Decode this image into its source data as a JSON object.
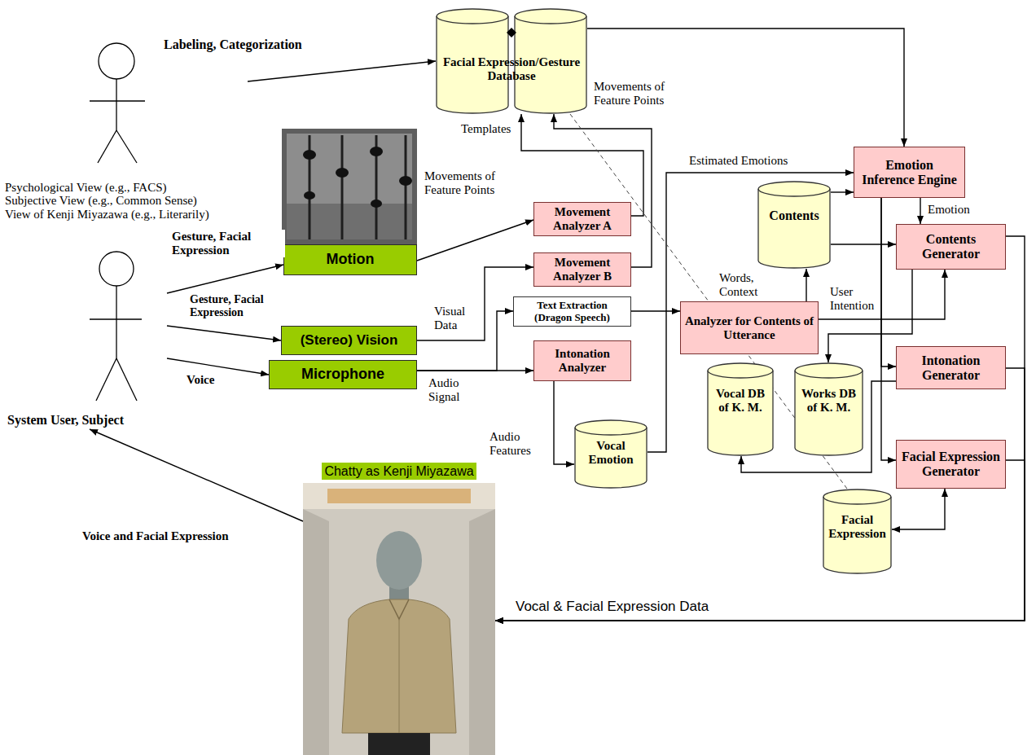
{
  "diagram": {
    "nodes": [
      {
        "text": [
          "Psychological View (e.g., FACS)",
          "Subjective View (e.g., Common Sense)",
          "View of Kenji Miyazawa (e.g., Literarily)"
        ]
      },
      {
        "text": [
          "Facial Expression/Gesture Database"
        ]
      },
      {
        "text": [
          "Motion"
        ]
      },
      {
        "text": [
          "Movement Analyzer A"
        ]
      },
      {
        "text": [
          "Movement Analyzer B"
        ]
      },
      {
        "text": [
          "System User, Subject"
        ]
      },
      {
        "text": [
          "(Stereo) Vision"
        ]
      },
      {
        "text": [
          "Microphone"
        ]
      },
      {
        "text": [
          "Text Extraction (Dragon Speech)"
        ]
      },
      {
        "text": [
          "Intonation Analyzer"
        ]
      },
      {
        "text": [
          "Vocal Emotion"
        ]
      },
      {
        "text": [
          "Contents"
        ]
      },
      {
        "text": [
          "Analyzer for Contents of Utterance"
        ]
      },
      {
        "text": [
          "Emotion Inference Engine"
        ]
      },
      {
        "text": [
          "Contents Generator"
        ]
      },
      {
        "text": [
          "Intonation Generator"
        ]
      },
      {
        "text": [
          "Facial Expression Generator"
        ]
      },
      {
        "text": [
          "Vocal DB of K. M."
        ]
      },
      {
        "text": [
          "Works DB of K. M."
        ]
      },
      {
        "text": [
          "Facial Expression"
        ]
      },
      {
        "text": [
          "Chatty as Kenji Miyazawa"
        ]
      }
    ],
    "edges": [
      {
        "from": 0,
        "to": 1,
        "label": "Labeling, Categorization",
        "arrow": "to"
      },
      {
        "from": 5,
        "to": 2,
        "label": "Gesture, Facial Expression",
        "arrow": "to"
      },
      {
        "from": 5,
        "to": 6,
        "label": "Gesture, Facial Expression",
        "arrow": "to"
      },
      {
        "from": 5,
        "to": 7,
        "label": "Voice",
        "arrow": "to"
      },
      {
        "from": 2,
        "to": 3,
        "label": "Movements of Feature Points",
        "arrow": "to"
      },
      {
        "from": 6,
        "to": 4,
        "label": "Visual Data",
        "arrow": "to"
      },
      {
        "from": 3,
        "to": 1,
        "label": "Templates",
        "arrow": "to"
      },
      {
        "from": 4,
        "to": 1,
        "label": "Movements of Feature Points",
        "arrow": "to"
      },
      {
        "from": 7,
        "to": 8,
        "label": "Audio Signal",
        "arrow": "to"
      },
      {
        "from": 7,
        "to": 9,
        "arrow": "to"
      },
      {
        "from": 9,
        "to": 10,
        "label": "Audio Features",
        "arrow": "to"
      },
      {
        "from": 8,
        "to": 12,
        "arrow": "to"
      },
      {
        "from": 12,
        "to": 11,
        "label": "Words, Context",
        "arrow": "to"
      },
      {
        "from": 1,
        "to": 13,
        "arrow": "to"
      },
      {
        "from": 10,
        "to": 13,
        "label": "Estimated Emotions",
        "arrow": "to"
      },
      {
        "from": 11,
        "to": 13,
        "arrow": "to"
      },
      {
        "from": 13,
        "to": 14,
        "label": "Emotion",
        "arrow": "to"
      },
      {
        "from": 12,
        "to": 14,
        "label": "User Intention",
        "arrow": "to"
      },
      {
        "from": 11,
        "to": 14,
        "arrow": "to"
      },
      {
        "from": 13,
        "to": 15,
        "arrow": "to"
      },
      {
        "from": 13,
        "to": 16,
        "arrow": "to"
      },
      {
        "from": 14,
        "to": 18,
        "arrow": "to"
      },
      {
        "from": 15,
        "to": 17,
        "arrow": "to"
      },
      {
        "from": 16,
        "to": 19,
        "arrow": "both"
      },
      {
        "from": 14,
        "to": 20,
        "label": "Vocal & Facial Expression Data",
        "arrow": "to"
      },
      {
        "from": 15,
        "to": 20,
        "arrow": "to"
      },
      {
        "from": 16,
        "to": 20,
        "arrow": "to"
      },
      {
        "from": 20,
        "to": 5,
        "label": "Voice and Facial Expression",
        "arrow": "to"
      },
      {
        "from": 1,
        "to": 19,
        "arrow": "none"
      }
    ]
  }
}
